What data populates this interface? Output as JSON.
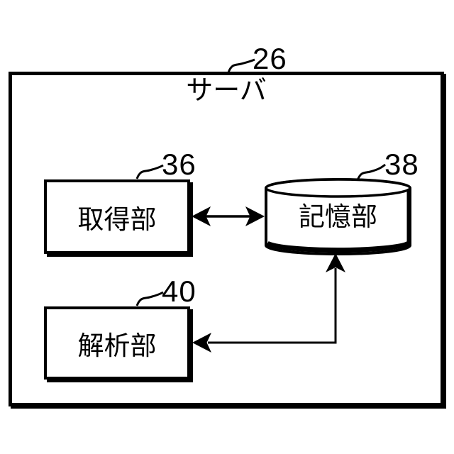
{
  "diagram": {
    "type": "block-diagram",
    "outer": {
      "label": "サーバ",
      "ref": "26"
    },
    "nodes": [
      {
        "id": "acquisition-unit",
        "label": "取得部",
        "ref": "36",
        "shape": "rect"
      },
      {
        "id": "storage-unit",
        "label": "記憶部",
        "ref": "38",
        "shape": "cylinder"
      },
      {
        "id": "analysis-unit",
        "label": "解析部",
        "ref": "40",
        "shape": "rect"
      }
    ],
    "connections": [
      {
        "from": "acquisition-unit",
        "to": "storage-unit",
        "type": "bidirectional",
        "style": "straight"
      },
      {
        "from": "analysis-unit",
        "to": "storage-unit",
        "type": "bidirectional",
        "style": "elbow"
      }
    ],
    "colors": {
      "ink": "#000000",
      "background": "#ffffff"
    }
  }
}
